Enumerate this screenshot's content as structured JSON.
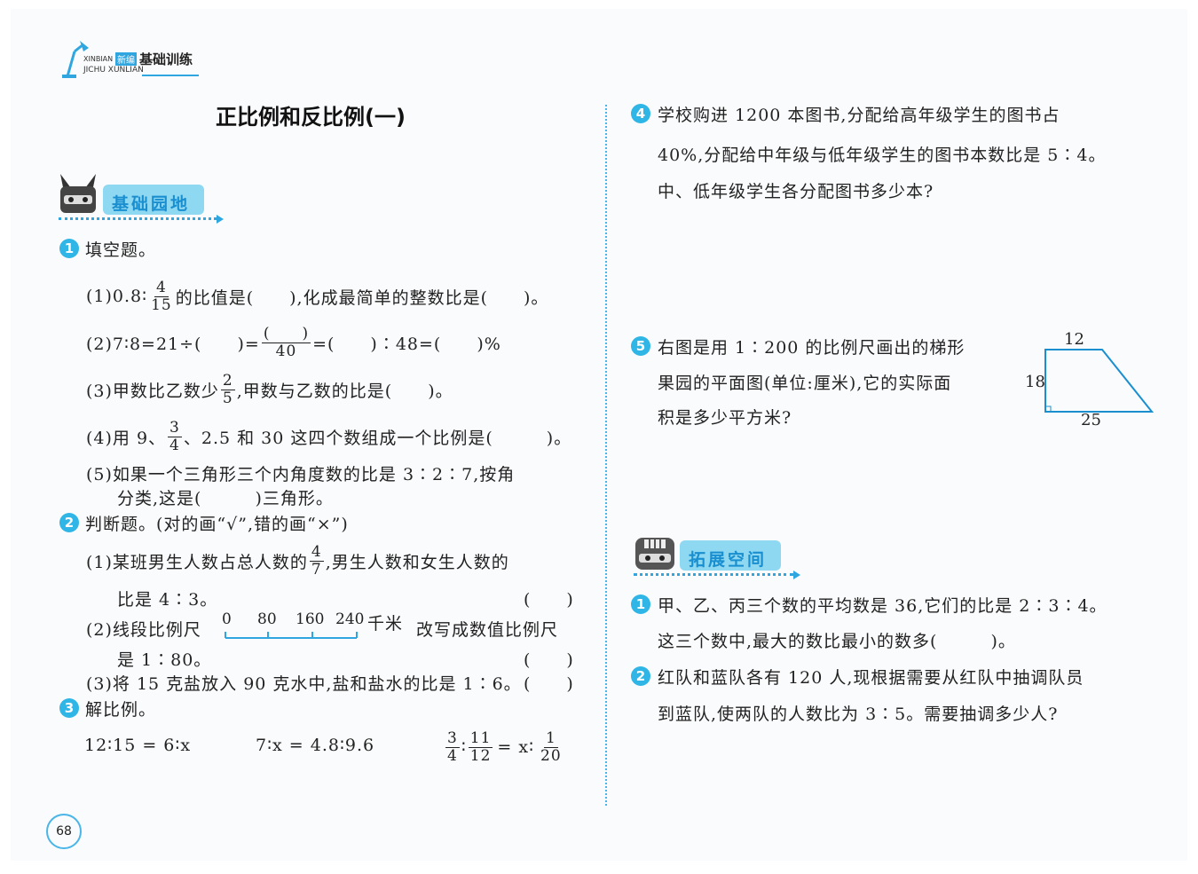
{
  "logo": {
    "top": "XINBIAN",
    "badge": "新编",
    "main": "基础训练",
    "bottom": "JICHU XUNLIAN"
  },
  "title": "正比例和反比例(一)",
  "section1": {
    "label": "基础园地"
  },
  "section2": {
    "label": "拓展空间"
  },
  "q1": {
    "num": "1",
    "title": "填空题。",
    "i1a": "(1)0.8∶",
    "i1f_n": "4",
    "i1f_d": "15",
    "i1b": "的比值是(　　),化成最简单的整数比是(　　)。",
    "i2a": "(2)7∶8=21÷(　　)=",
    "i2f_n": "(　　)",
    "i2f_d": "40",
    "i2b": "=(　　)∶48=(　　)%",
    "i3a": "(3)甲数比乙数少",
    "i3f_n": "2",
    "i3f_d": "5",
    "i3b": ",甲数与乙数的比是(　　)。",
    "i4a": "(4)用 9、",
    "i4f_n": "3",
    "i4f_d": "4",
    "i4b": "、2.5 和 30 这四个数组成一个比例是(　　　)。",
    "i5a": "(5)如果一个三角形三个内角度数的比是 3∶2∶7,按角",
    "i5b": "分类,这是(　　　)三角形。"
  },
  "q2": {
    "num": "2",
    "title": "判断题。(对的画“√”,错的画“×”)",
    "i1a": "(1)某班男生人数占总人数的",
    "i1f_n": "4",
    "i1f_d": "7",
    "i1b": ",男生人数和女生人数的",
    "i1c": "比是 4∶3。",
    "paren": "(　　)",
    "i2a": "(2)线段比例尺",
    "scale": [
      "0",
      "80",
      "160",
      "240"
    ],
    "scale_unit": "千米",
    "i2b": "改写成数值比例尺",
    "i2c": "是 1∶80。",
    "i3": "(3)将 15 克盐放入 90 克水中,盐和盐水的比是 1∶6。"
  },
  "q3": {
    "num": "3",
    "title": "解比例。",
    "e1": "12∶15 = 6∶x",
    "e2": "7∶x = 4.8∶9.6",
    "e3a_n": "3",
    "e3a_d": "4",
    "e3b_n": "11",
    "e3b_d": "12",
    "e3mid": "= x∶",
    "e3c_n": "1",
    "e3c_d": "20"
  },
  "q4": {
    "num": "4",
    "l1": "学校购进 1200 本图书,分配给高年级学生的图书占",
    "l2": "40%,分配给中年级与低年级学生的图书本数比是 5∶4。",
    "l3": "中、低年级学生各分配图书多少本?"
  },
  "q5": {
    "num": "5",
    "l1": "右图是用 1∶200 的比例尺画出的梯形",
    "l2": "果园的平面图(单位:厘米),它的实际面",
    "l3": "积是多少平方米?",
    "top": "12",
    "height": "18",
    "bottom": "25"
  },
  "e1": {
    "num": "1",
    "l1": "甲、乙、丙三个数的平均数是 36,它们的比是 2∶3∶4。",
    "l2": "这三个数中,最大的数比最小的数多(　　　)。"
  },
  "e2": {
    "num": "2",
    "l1": "红队和蓝队各有 120 人,现根据需要从红队中抽调队员",
    "l2": "到蓝队,使两队的人数比为 3∶5。需要抽调多少人?"
  },
  "page_number": "68"
}
